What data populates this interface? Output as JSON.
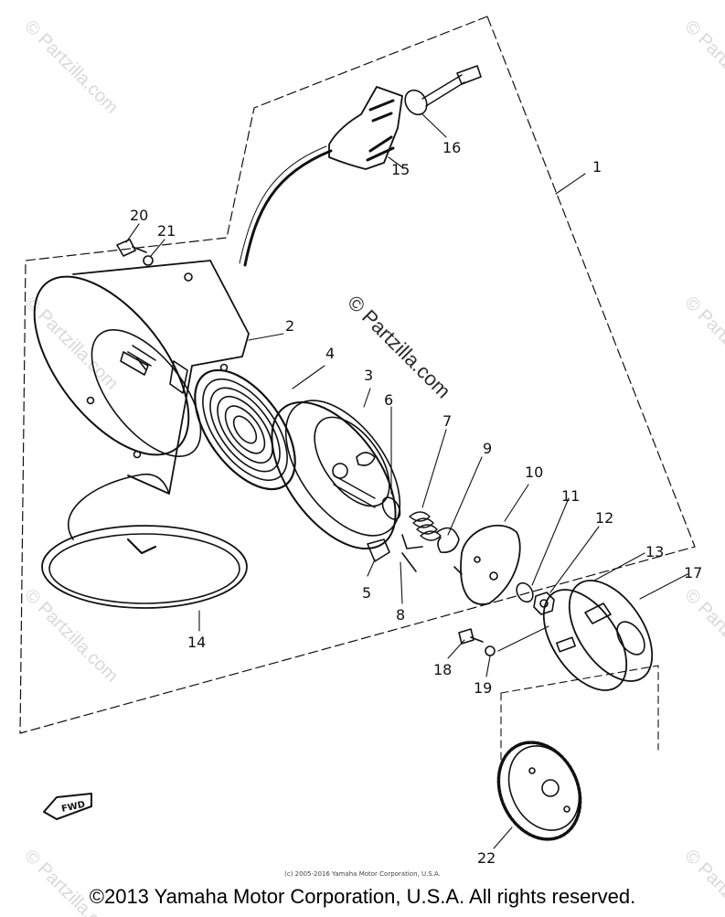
{
  "callouts": [
    {
      "id": "1",
      "label": "1"
    },
    {
      "id": "2",
      "label": "2"
    },
    {
      "id": "3",
      "label": "3"
    },
    {
      "id": "4",
      "label": "4"
    },
    {
      "id": "5",
      "label": "5"
    },
    {
      "id": "6",
      "label": "6"
    },
    {
      "id": "7",
      "label": "7"
    },
    {
      "id": "8",
      "label": "8"
    },
    {
      "id": "9",
      "label": "9"
    },
    {
      "id": "10",
      "label": "10"
    },
    {
      "id": "11",
      "label": "11"
    },
    {
      "id": "12",
      "label": "12"
    },
    {
      "id": "13",
      "label": "13"
    },
    {
      "id": "14",
      "label": "14"
    },
    {
      "id": "15",
      "label": "15"
    },
    {
      "id": "16",
      "label": "16"
    },
    {
      "id": "17",
      "label": "17"
    },
    {
      "id": "18",
      "label": "18"
    },
    {
      "id": "19",
      "label": "19"
    },
    {
      "id": "20",
      "label": "20"
    },
    {
      "id": "21",
      "label": "21"
    },
    {
      "id": "22",
      "label": "22"
    }
  ],
  "fwd_label": "FWD",
  "watermark": "© Partzilla.com",
  "fine_print": "(c) 2005-2016 Yamaha Motor Corporation, U.S.A.",
  "copyright": "©2013 Yamaha Motor Corporation, U.S.A. All rights reserved.",
  "colors": {
    "ink": "#111111",
    "watermark": "#d9d9d9",
    "background": "#ffffff"
  }
}
